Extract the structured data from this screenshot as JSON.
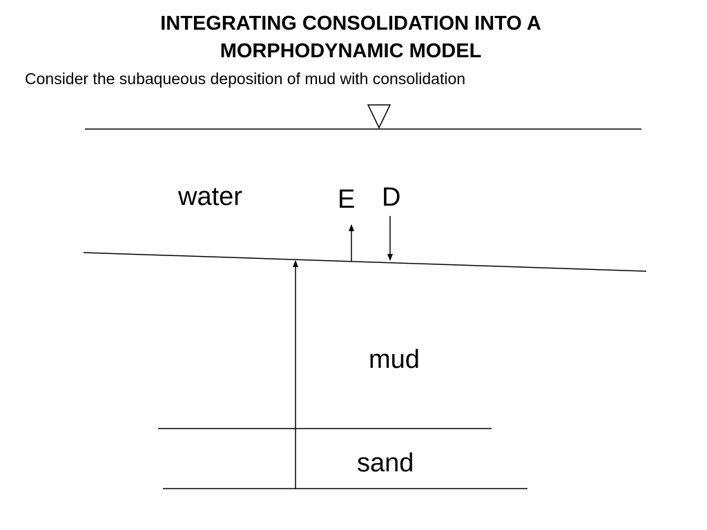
{
  "slide": {
    "title_line1": "INTEGRATING CONSOLIDATION INTO A",
    "title_line2": "MORPHODYNAMIC MODEL",
    "subtitle": "Consider the subaqueous deposition of mud with consolidation"
  },
  "diagram": {
    "water_surface_symbol": "▽",
    "labels": {
      "water": "water",
      "erosion": "E",
      "deposition": "D",
      "mud": "mud",
      "sand": "sand"
    }
  }
}
